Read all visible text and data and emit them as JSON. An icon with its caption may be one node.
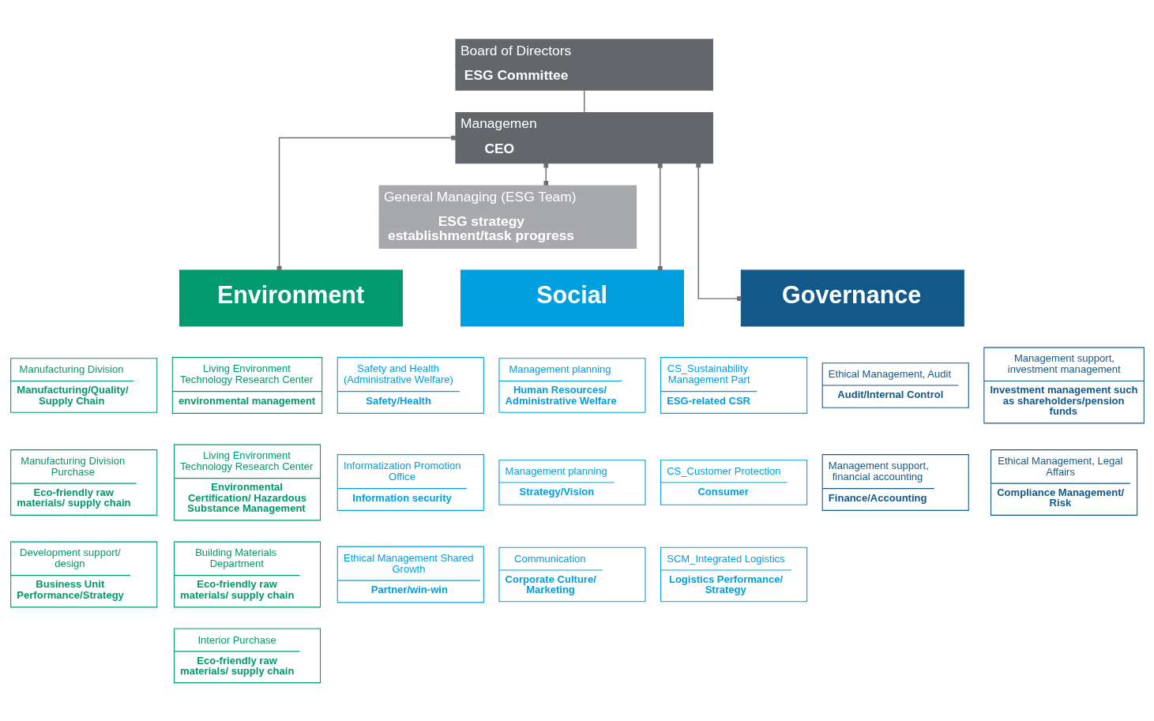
{
  "diagram": {
    "nodes": [
      {
        "text": [
          "Board of Directors",
          "ESG Committee"
        ]
      },
      {
        "text": [
          "Managemen",
          "CEO"
        ]
      },
      {
        "text": [
          "General Managing (ESG Team)",
          "ESG strategy establishment/task progress"
        ]
      },
      {
        "text": [
          "Environment"
        ]
      },
      {
        "text": [
          "Social"
        ]
      },
      {
        "text": [
          "Governance"
        ]
      },
      {
        "text": [
          "Living Environment Technology Research Center",
          "environmental management"
        ]
      },
      {
        "text": [
          "Manufacturing Division",
          "Manufacturing/Quality/ Supply Chain"
        ]
      },
      {
        "text": [
          "Living Environment Technology Research Center",
          "Environmental Certification/ Hazardous Substance Management"
        ]
      },
      {
        "text": [
          "Manufacturing Division Purchase",
          "Eco-friendly raw materials/ supply chain"
        ]
      },
      {
        "text": [
          "Building Materials Department",
          "Eco-friendly raw materials/ supply chain"
        ]
      },
      {
        "text": [
          "Development support/ design",
          "Business Unit Performance/Strategy"
        ]
      },
      {
        "text": [
          "Interior Purchase",
          "Eco-friendly raw materials/ supply chain"
        ]
      },
      {
        "text": [
          "Safety and Health (Administrative Welfare)",
          "Safety/Health"
        ]
      },
      {
        "text": [
          "Management planning",
          "Human Resources/ Administrative Welfare"
        ]
      },
      {
        "text": [
          "CS_Sustainability Management Part",
          "ESG-related CSR"
        ]
      },
      {
        "text": [
          "Informatization Promotion Office",
          "Information security"
        ]
      },
      {
        "text": [
          "Management planning",
          "Strategy/Vision"
        ]
      },
      {
        "text": [
          "CS_Customer Protection",
          "Consumer"
        ]
      },
      {
        "text": [
          "Ethical Management Shared Growth",
          "Partner/win-win"
        ]
      },
      {
        "text": [
          "Communication",
          "Corporate Culture/ Marketing"
        ]
      },
      {
        "text": [
          "SCM_Integrated Logistics",
          "Logistics Performance/ Strategy"
        ]
      },
      {
        "text": [
          "Management support, investment management",
          "Investment management such as shareholders/pension funds"
        ]
      },
      {
        "text": [
          "Ethical Management, Audit",
          "Audit/Internal Control"
        ]
      },
      {
        "text": [
          "Ethical Management, Legal Affairs",
          "Compliance Management/ Risk"
        ]
      },
      {
        "text": [
          "Management support, financial accounting",
          "Finance/Accounting"
        ]
      }
    ],
    "edges": [
      {
        "from": 0,
        "to": 1,
        "arrow": "none"
      },
      {
        "from": 1,
        "to": 2,
        "arrow": "other"
      },
      {
        "from": 1,
        "to": 3,
        "arrow": "other"
      },
      {
        "from": 1,
        "to": 4,
        "arrow": "other"
      },
      {
        "from": 1,
        "to": 5,
        "arrow": "other"
      }
    ]
  }
}
